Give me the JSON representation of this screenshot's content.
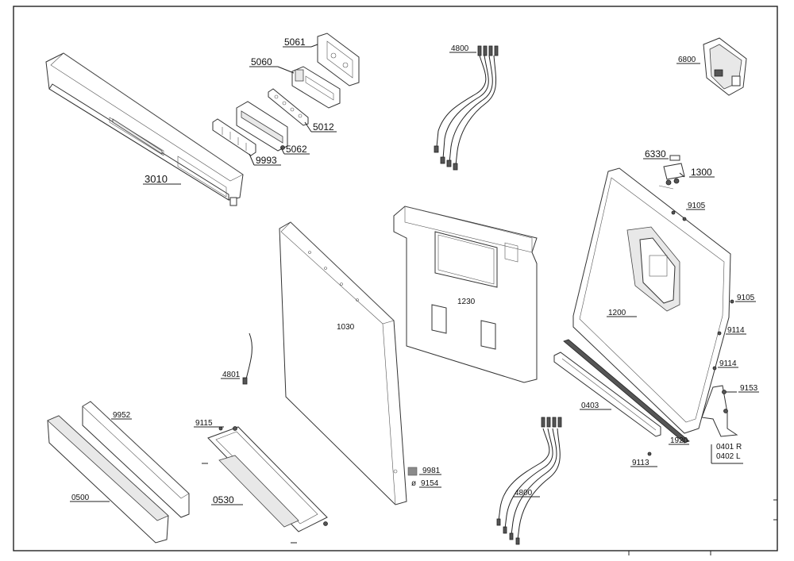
{
  "labels": {
    "p5061": "5061",
    "p5060": "5060",
    "p5012": "5012",
    "p5062": "5062",
    "p9993": "9993",
    "p3010": "3010",
    "p4800_top": "4800",
    "p6800": "6800",
    "p6330": "6330",
    "p1300": "1300",
    "p9105_a": "9105",
    "p9105_b": "9105",
    "p1230": "1230",
    "p1030": "1030",
    "p1200": "1200",
    "p9114_a": "9114",
    "p9114_b": "9114",
    "p9153": "9153",
    "p4801": "4801",
    "p0403": "0403",
    "p1920": "1920",
    "p0401": "0401 R",
    "p0402": "0402 L",
    "p9113": "9113",
    "p9952": "9952",
    "p9115": "9115",
    "p9981": "9981",
    "p9154": "9154",
    "p0500": "0500",
    "p0530": "0530",
    "p4800_bottom": "4800"
  },
  "symbols": {
    "diameter": "ø"
  },
  "colors": {
    "line": "#222222",
    "swatch_9981": "#8a8a8a"
  }
}
